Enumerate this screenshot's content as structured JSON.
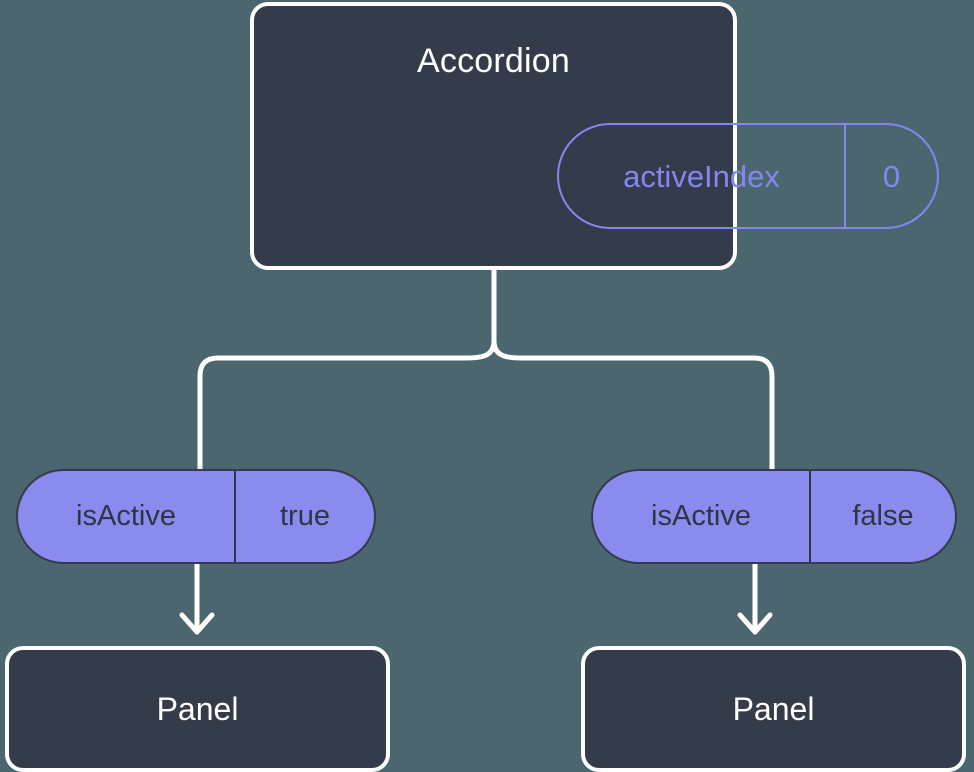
{
  "diagram": {
    "type": "component-state-tree",
    "background_color": "#4c6670",
    "root": {
      "title": "Accordion",
      "state_pill": {
        "key": "activeIndex",
        "value": "0",
        "style": "outlined",
        "color": "#8487f0"
      }
    },
    "branches": [
      {
        "side": "left",
        "prop_pill": {
          "key": "isActive",
          "value": "true",
          "style": "filled",
          "fill_color": "#8a8bef",
          "text_color": "#2f3545"
        },
        "child": {
          "title": "Panel"
        }
      },
      {
        "side": "right",
        "prop_pill": {
          "key": "isActive",
          "value": "false",
          "style": "filled",
          "fill_color": "#8a8bef",
          "text_color": "#2f3545"
        },
        "child": {
          "title": "Panel"
        }
      }
    ],
    "connector_color": "#ffffff",
    "node_fill_color": "#343b4b",
    "node_border_color": "#ffffff"
  }
}
